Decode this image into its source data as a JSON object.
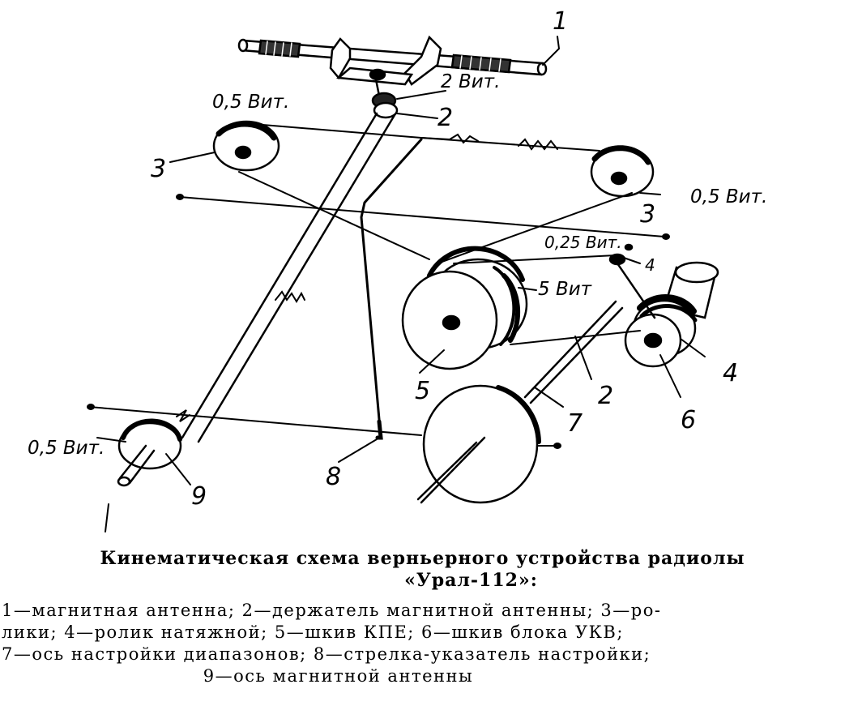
{
  "diagram": {
    "part_labels": {
      "magnetic_antenna": "1",
      "antenna_holder_top": "2",
      "roller_left": "3",
      "roller_right": "3",
      "tension_roller_small": "4",
      "tension_roller": "4",
      "kpe_pulley": "5",
      "ukv_pulley": "6",
      "band_axis": "7",
      "pointer": "8",
      "antenna_axis": "9",
      "antenna_holder_bottom": "2"
    },
    "turn_labels": {
      "roller_left": "0,5 Вит.",
      "roller_right": "0,5 Вит.",
      "holder": "2 Вит.",
      "tension": "0,25 Вит.",
      "kpe": "5 Вит",
      "axis": "0,5 Вит."
    }
  },
  "caption": {
    "title": "Кинематическая схема верньерного устройства радиолы",
    "subtitle": "«Урал-112»:",
    "legend_lines": [
      "1—магнитная антенна; 2—держатель магнитной антенны; 3—ро-",
      "лики; 4—ролик натяжной; 5—шкив КПЕ; 6—шкив блока УКВ;",
      "7—ось настройки диапазонов; 8—стрелка-указатель настройки;",
      "9—ось магнитной антенны"
    ]
  }
}
